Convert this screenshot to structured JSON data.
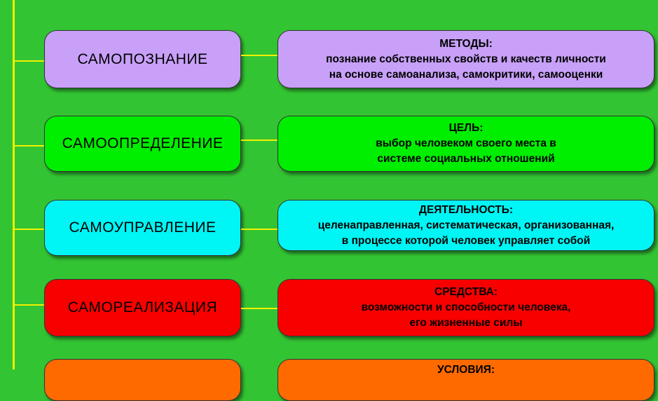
{
  "colors": {
    "background": "#33c433",
    "connector": "#f2f000",
    "row1": "#c8a0f8",
    "row2": "#00ee00",
    "row3": "#00f5f5",
    "row4": "#f80000",
    "row5": "#ff6a00"
  },
  "rows": [
    {
      "left_label": "САМОПОЗНАНИЕ",
      "right_title": "МЕТОДЫ:",
      "right_line1": "познание собственных свойств и качеств личности",
      "right_line2": "на основе самоанализа, самокритики, самооценки"
    },
    {
      "left_label": "САМООПРЕДЕЛЕНИЕ",
      "right_title": "ЦЕЛЬ:",
      "right_line1": "выбор человеком своего места в",
      "right_line2": "системе социальных отношений"
    },
    {
      "left_label": "САМОУПРАВЛЕНИЕ",
      "right_title": "ДЕЯТЕЛЬНОСТЬ:",
      "right_line1": "целенаправленная, систематическая, организованная,",
      "right_line2": "в процессе которой человек управляет собой"
    },
    {
      "left_label": "САМОРЕАЛИЗАЦИЯ",
      "right_title": "СРЕДСТВА:",
      "right_line1": "возможности и способности человека,",
      "right_line2": "его жизненные силы"
    },
    {
      "left_label": "",
      "right_title": "УСЛОВИЯ:"
    }
  ]
}
